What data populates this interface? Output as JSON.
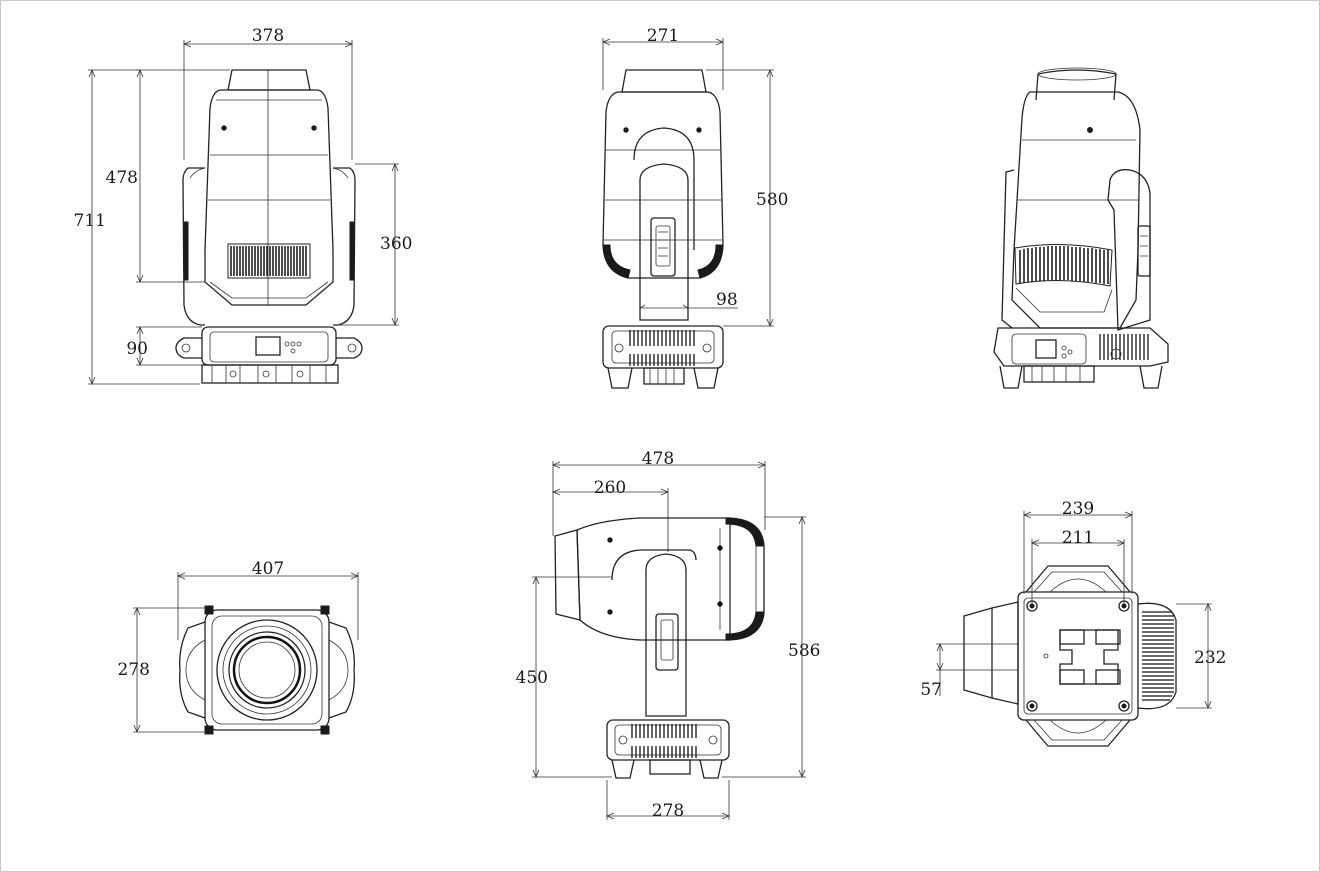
{
  "colors": {
    "line": "#222222",
    "background": "#ffffff"
  },
  "views": {
    "front": {
      "dim_width_top": "378",
      "dim_head_height": "478",
      "dim_total_height": "711",
      "dim_arm_height": "360",
      "dim_base_height": "90"
    },
    "side": {
      "dim_width_top": "271",
      "dim_height": "580",
      "dim_arm_width": "98"
    },
    "top": {
      "dim_width": "407",
      "dim_height": "278"
    },
    "tilted": {
      "dim_length": "478",
      "dim_pivot": "260",
      "dim_total_height": "586",
      "dim_pivot_height": "450",
      "dim_base_width": "278"
    },
    "bottom": {
      "dim_outer_width": "239",
      "dim_inner_width": "211",
      "dim_height": "232",
      "dim_offset": "57"
    }
  }
}
